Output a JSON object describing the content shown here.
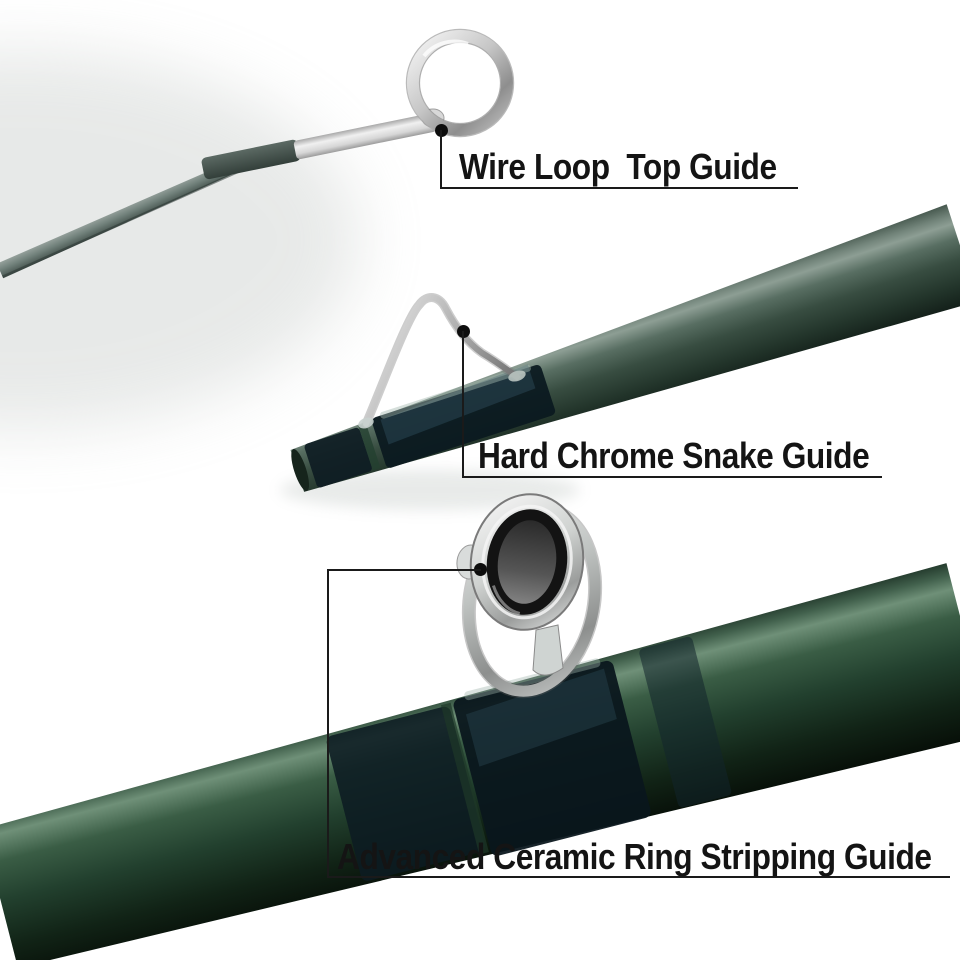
{
  "photo": {
    "subject": "fly-fishing-rod-guide-details",
    "sections": [
      {
        "id": "top",
        "part": "rod-tip-with-wire-loop-top-guide"
      },
      {
        "id": "middle",
        "part": "rod-blank-with-snake-guide"
      },
      {
        "id": "bottom",
        "part": "rod-blank-with-ceramic-stripping-guide"
      }
    ]
  },
  "callouts": [
    {
      "id": "top",
      "label": "Wire Loop  Top Guide"
    },
    {
      "id": "middle",
      "label": "Hard Chrome Snake Guide"
    },
    {
      "id": "bottom",
      "label": "Advanced Ceramic Ring Stripping Guide"
    }
  ],
  "colors": {
    "background": "#ffffff",
    "label_text": "#141414",
    "callout_line": "#1a1a1a",
    "rod_green_dark": "#122417",
    "rod_green_highlight": "#6f9078",
    "mid_rod_gray_green": "#5a7065",
    "tip_gray_green": "#71817b",
    "chrome": "#c9c9c9",
    "ceramic_black": "#131313",
    "wrap_dark_blue": "#0b1920"
  }
}
